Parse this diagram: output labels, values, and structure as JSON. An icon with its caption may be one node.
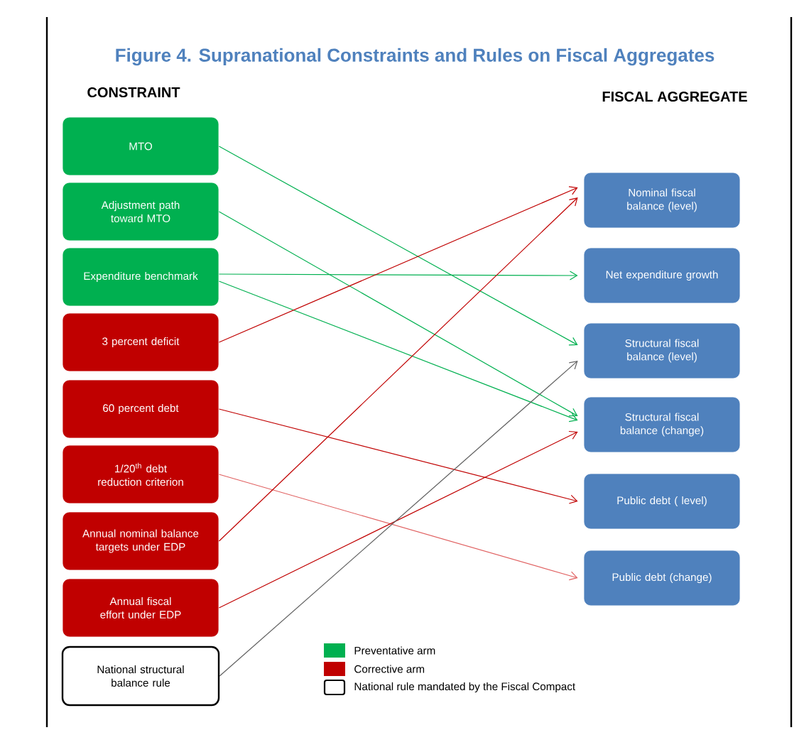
{
  "diagram": {
    "title": "Figure 4. Supranational Constraints and Rules on Fiscal Aggregates",
    "nodes": [
      {
        "text": [
          "MTO"
        ]
      },
      {
        "text": [
          "Adjustment path toward MTO"
        ]
      },
      {
        "text": [
          "Expenditure benchmark"
        ]
      },
      {
        "text": [
          "3 percent deficit"
        ]
      },
      {
        "text": [
          "60 percent debt"
        ]
      },
      {
        "text": [
          "1/20$^{th}$ debt reduction criterion"
        ]
      },
      {
        "text": [
          "Annual nominal balance targets under EDP"
        ]
      },
      {
        "text": [
          "Annual fiscal effort under EDP"
        ]
      },
      {
        "text": [
          "National structural balance rule"
        ]
      },
      {
        "text": [
          "Nominal fiscal balance (level)"
        ]
      },
      {
        "text": [
          "Net expenditure growth"
        ]
      },
      {
        "text": [
          "Structural fiscal balance (level)"
        ]
      },
      {
        "text": [
          "Structural fiscal balance (change)"
        ]
      },
      {
        "text": [
          "Public debt ( level)"
        ]
      },
      {
        "text": [
          "Public debt (change)"
        ]
      }
    ],
    "edges": [
      {
        "from": 0,
        "to": 11,
        "arrow": "to",
        "color": "#00b050"
      },
      {
        "from": 1,
        "to": 12,
        "arrow": "to",
        "color": "#00b050"
      },
      {
        "from": 2,
        "to": 10,
        "arrow": "to",
        "color": "#00b050"
      },
      {
        "from": 2,
        "to": 12,
        "arrow": "to",
        "color": "#00b050"
      },
      {
        "from": 3,
        "to": 9,
        "arrow": "to",
        "color": "#c00000"
      },
      {
        "from": 4,
        "to": 13,
        "arrow": "to",
        "color": "#c00000"
      },
      {
        "from": 5,
        "to": 14,
        "arrow": "to",
        "color": "#e06060"
      },
      {
        "from": 6,
        "to": 9,
        "arrow": "to",
        "color": "#c00000"
      },
      {
        "from": 7,
        "to": 12,
        "arrow": "to",
        "color": "#c00000"
      },
      {
        "from": 8,
        "to": 11,
        "arrow": "to",
        "color": "#606060"
      }
    ],
    "labels": [
      "CONSTRAINT",
      "FISCAL AGGREGATE"
    ],
    "legend": [
      {
        "text": "Preventative arm",
        "color": "#00b050"
      },
      {
        "text": "Corrective arm",
        "color": "#c00000"
      },
      {
        "text": "National rule mandated by the Fiscal Compact"
      }
    ]
  }
}
